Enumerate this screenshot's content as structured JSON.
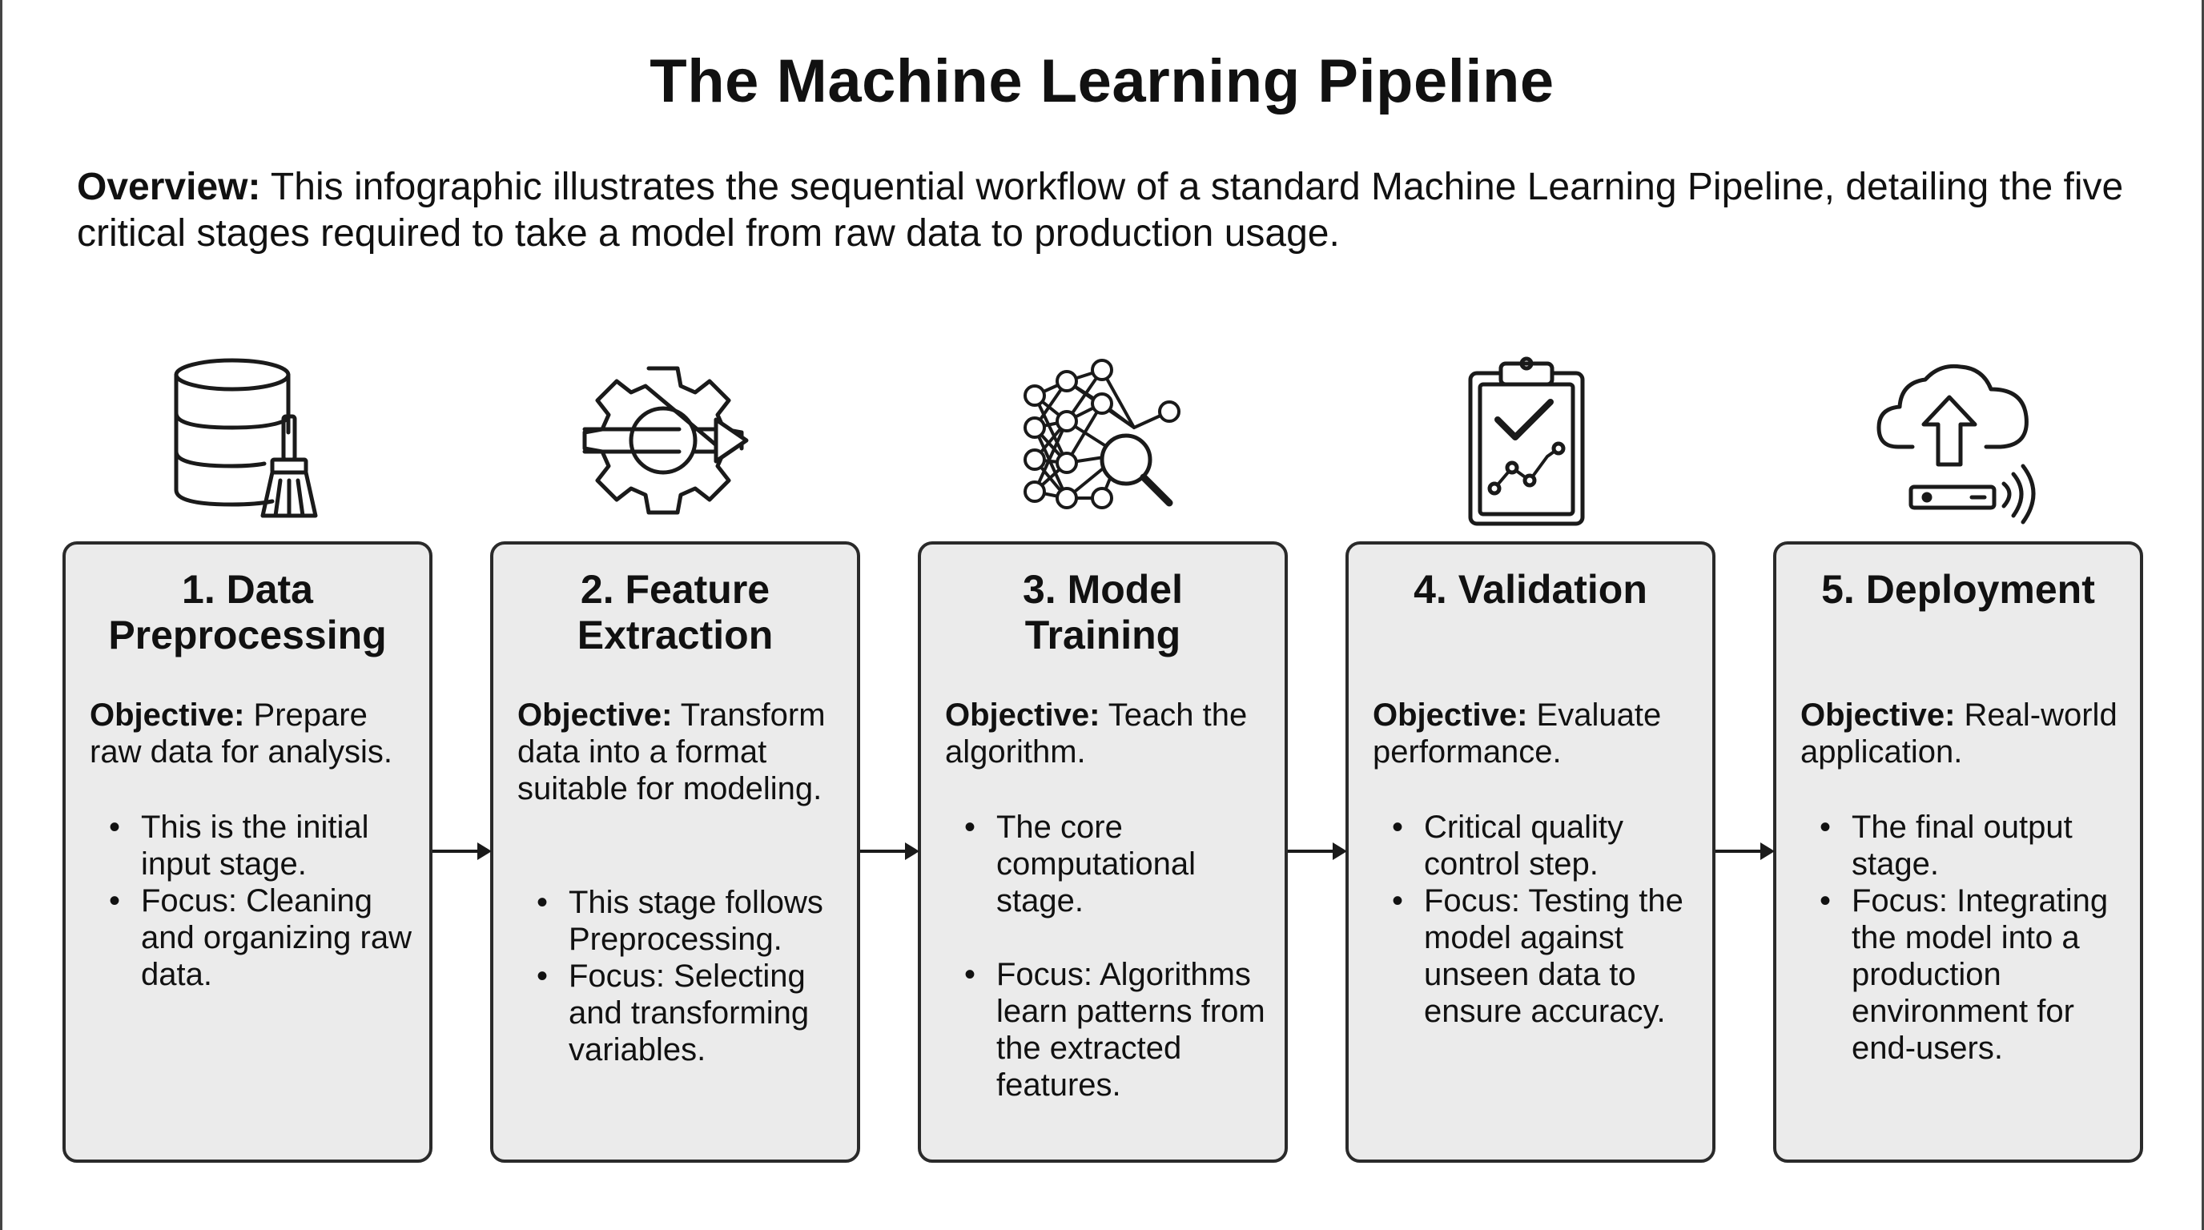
{
  "title": "The Machine Learning Pipeline",
  "overview": {
    "label": "Overview:",
    "text": " This infographic illustrates the sequential workflow of a standard Machine Learning Pipeline, detailing the five critical stages required to take a model from raw data to production usage."
  },
  "stages": [
    {
      "icon": "database-broom-icon",
      "title_line1": "1. Data",
      "title_line2": "Preprocessing",
      "objective_label": "Objective:",
      "objective_text": " Prepare raw data for analysis.",
      "bullets": [
        "This is the initial input stage.",
        "Focus: Cleaning and organizing raw data."
      ]
    },
    {
      "icon": "gear-arrow-icon",
      "title_line1": "2. Feature",
      "title_line2": "Extraction",
      "objective_label": "Objective:",
      "objective_text": " Transform data into a format suitable for modeling.",
      "bullets": [
        "This stage follows Preprocessing.",
        "Focus: Selecting and transforming variables."
      ]
    },
    {
      "icon": "neural-network-icon",
      "title_line1": "3. Model",
      "title_line2": "Training",
      "objective_label": "Objective:",
      "objective_text": " Teach the algorithm.",
      "bullets": [
        "The core computational stage.",
        "Focus: Algorithms learn patterns from the extracted features."
      ]
    },
    {
      "icon": "clipboard-check-icon",
      "title_line1": "4. Validation",
      "title_line2": "",
      "objective_label": "Objective:",
      "objective_text": " Evaluate performance.",
      "bullets": [
        "Critical quality control step.",
        "Focus: Testing the model against unseen data to ensure accuracy."
      ]
    },
    {
      "icon": "cloud-upload-icon",
      "title_line1": "5. Deployment",
      "title_line2": "",
      "objective_label": "Objective:",
      "objective_text": " Real-world application.",
      "bullets": [
        "The final output stage.",
        "Focus: Integrating the model into a production environment for end-users."
      ]
    }
  ]
}
